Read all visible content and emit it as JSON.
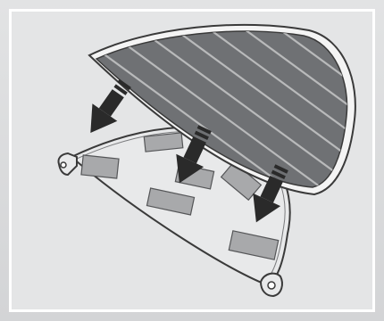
{
  "figure": {
    "subject": "pad-installation-diagram",
    "colors": {
      "background": "#d9dadc",
      "frame": "#ffffff",
      "panel": "#e4e5e6",
      "pad_fill": "#6f7174",
      "pad_stripe": "#b9babb",
      "base_fill": "#e8e9ea",
      "tape": "#a8a9ab",
      "arrow": "#2a2a2a",
      "outline": "#3a3a3a"
    },
    "icons": [
      "down-arrow-icon"
    ],
    "tape_strip_count": 6,
    "arrow_count": 3
  }
}
